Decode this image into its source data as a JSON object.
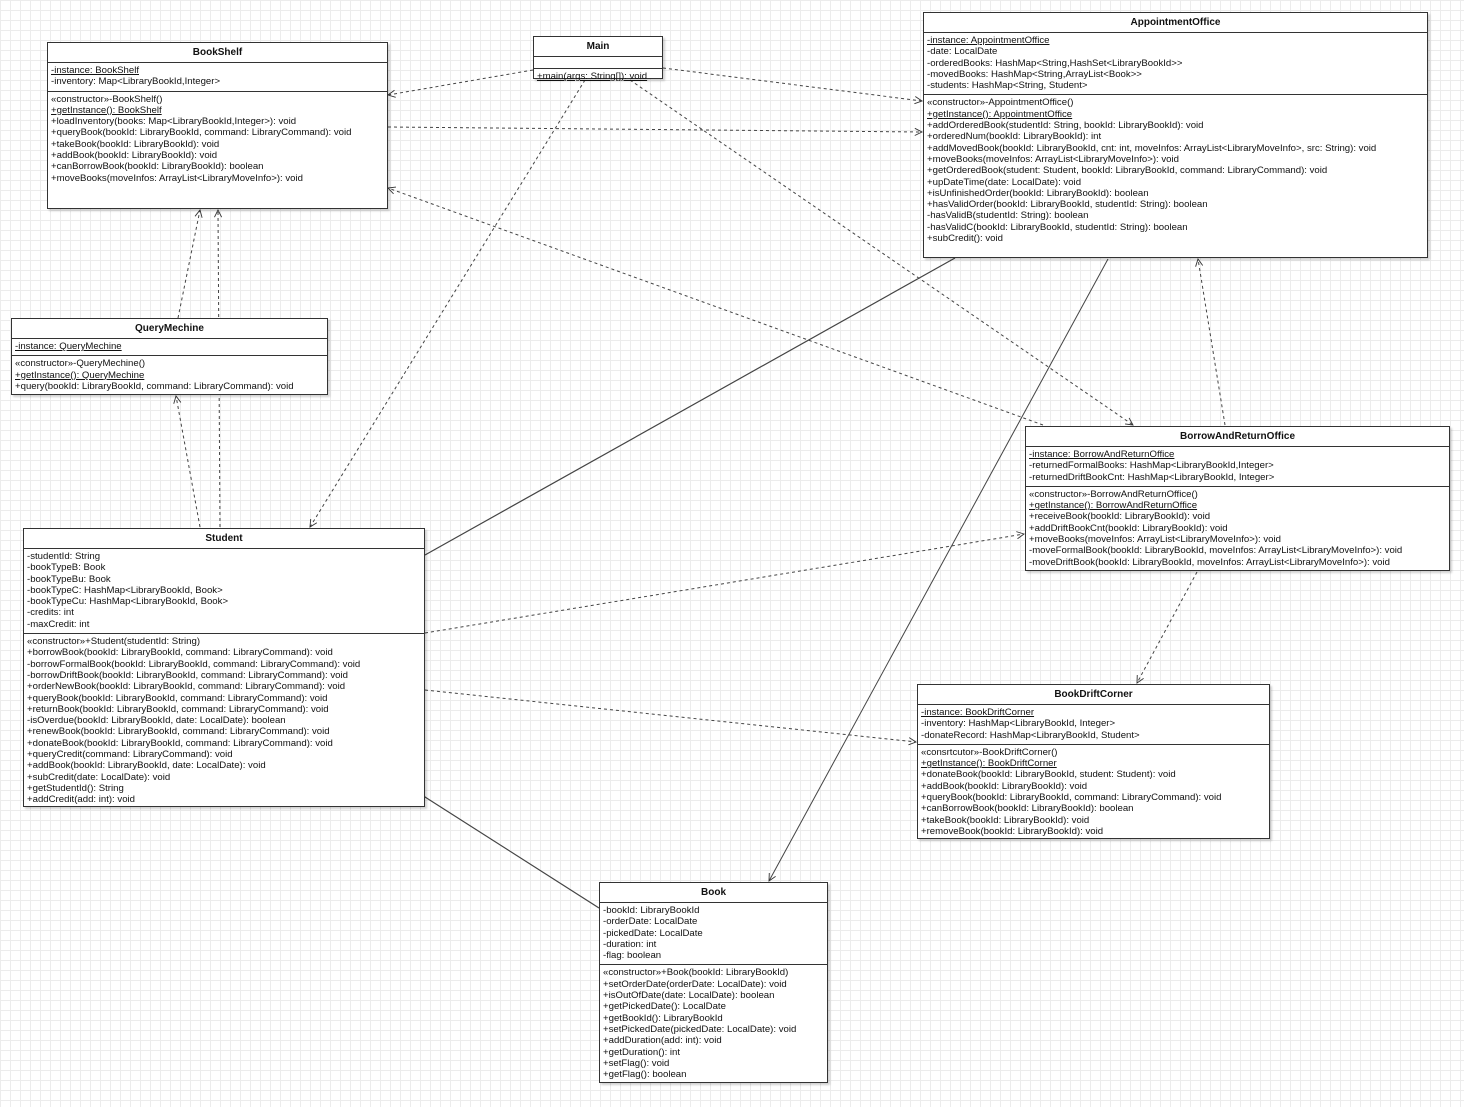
{
  "classes": {
    "bookshelf": {
      "name": "BookShelf",
      "attributes": [
        "-instance: BookShelf",
        "-inventory: Map<LibraryBookId,Integer>"
      ],
      "methods": [
        "«constructor»-BookShelf()",
        "+getInstance(): BookShelf",
        "+loadInventory(books: Map<LibraryBookId,Integer>): void",
        "+queryBook(bookId: LibraryBookId, command: LibraryCommand): void",
        "+takeBook(bookId: LibraryBookId): void",
        "+addBook(bookId: LibraryBookId): void",
        "+canBorrowBook(bookId: LibraryBookId): boolean",
        "+moveBooks(moveInfos: ArrayList<LibraryMoveInfo>): void"
      ]
    },
    "main": {
      "name": "Main",
      "attributes": [],
      "methods": [
        "+main(args: String[]): void"
      ]
    },
    "appointment": {
      "name": "AppointmentOffice",
      "attributes": [
        "-instance: AppointmentOffice",
        "-date: LocalDate",
        "-orderedBooks: HashMap<String,HashSet<LibraryBookId>>",
        "-movedBooks: HashMap<String,ArrayList<Book>>",
        "-students: HashMap<String, Student>"
      ],
      "methods": [
        "«constructor»-AppointmentOffice()",
        "+getInstance(): AppointmentOffice",
        "+addOrderedBook(studentId: String, bookId: LibraryBookId): void",
        "+orderedNum(bookId: LibraryBookId): int",
        "+addMovedBook(bookId: LibraryBookId, cnt: int, moveInfos: ArrayList<LibraryMoveInfo>, src: String): void",
        "+moveBooks(moveInfos: ArrayList<LibraryMoveInfo>): void",
        "+getOrderedBook(student: Student, bookId: LibraryBookId, command: LibraryCommand): void",
        "+upDateTime(date: LocalDate): void",
        "+isUnfinishedOrder(bookId: LibraryBookId): boolean",
        "+hasValidOrder(bookId: LibraryBookId, studentId: String): boolean",
        "-hasValidB(studentId: String): boolean",
        "-hasValidC(bookId: LibraryBookId, studentId: String): boolean",
        "+subCredit(): void"
      ]
    },
    "querymechine": {
      "name": "QueryMechine",
      "attributes": [
        "-instance: QueryMechine"
      ],
      "methods": [
        "«constructor»-QueryMechine()",
        "+getInstance(): QueryMechine",
        "+query(bookId: LibraryBookId, command: LibraryCommand): void"
      ]
    },
    "borrowreturn": {
      "name": "BorrowAndReturnOffice",
      "attributes": [
        "-instance: BorrowAndReturnOffice",
        "-returnedFormalBooks: HashMap<LibraryBookId,Integer>",
        "-returnedDriftBookCnt: HashMap<LibraryBookId, Integer>"
      ],
      "methods": [
        "«constructor»-BorrowAndReturnOffice()",
        "+getInstance(): BorrowAndReturnOffice",
        "+receiveBook(bookId: LibraryBookId): void",
        "+addDriftBookCnt(bookId: LibraryBookId): void",
        "+moveBooks(moveInfos: ArrayList<LibraryMoveInfo>): void",
        "-moveFormalBook(bookId: LibraryBookId, moveInfos: ArrayList<LibraryMoveInfo>): void",
        "-moveDriftBook(bookId: LibraryBookId, moveInfos: ArrayList<LibraryMoveInfo>): void"
      ]
    },
    "student": {
      "name": "Student",
      "attributes": [
        "-studentId: String",
        "-bookTypeB: Book",
        "-bookTypeBu: Book",
        "-bookTypeC: HashMap<LibraryBookId, Book>",
        "-bookTypeCu: HashMap<LibraryBookId, Book>",
        "-credits: int",
        "-maxCredit: int"
      ],
      "methods": [
        "«constructor»+Student(studentId: String)",
        "+borrowBook(bookId: LibraryBookId, command: LibraryCommand): void",
        "-borrowFormalBook(bookId: LibraryBookId, command: LibraryCommand): void",
        "-borrowDriftBook(bookId: LibraryBookId, command: LibraryCommand): void",
        "+orderNewBook(bookId: LibraryBookId, command: LibraryCommand): void",
        "+queryBook(bookId: LibraryBookId, command: LibraryCommand): void",
        "+returnBook(bookId: LibraryBookId, command: LibraryCommand): void",
        "-isOverdue(bookId: LibraryBookId, date: LocalDate): boolean",
        "+renewBook(bookId: LibraryBookId, command: LibraryCommand): void",
        "+donateBook(bookId: LibraryBookId, command: LibraryCommand): void",
        "+queryCredit(command: LibraryCommand): void",
        "+addBook(bookId: LibraryBookId, date: LocalDate): void",
        "+subCredit(date: LocalDate): void",
        "+getStudentId(): String",
        "+addCredit(add: int): void"
      ]
    },
    "driftcorner": {
      "name": "BookDriftCorner",
      "attributes": [
        "-instance: BookDriftCorner",
        "-inventory: HashMap<LibraryBookId, Integer>",
        "-donateRecord: HashMap<LibraryBookId, Student>"
      ],
      "methods": [
        "«consrtcutor»-BookDriftCorner()",
        "+getInstance(): BookDriftCorner",
        "+donateBook(bookId: LibraryBookId, student: Student): void",
        "+addBook(bookId: LibraryBookId): void",
        "+queryBook(bookId: LibraryBookId, command: LibraryCommand): void",
        "+canBorrowBook(bookId: LibraryBookId): boolean",
        "+takeBook(bookId: LibraryBookId): void",
        "+removeBook(bookId: LibraryBookId): void"
      ]
    },
    "book": {
      "name": "Book",
      "attributes": [
        "-bookId: LibraryBookId",
        "-orderDate: LocalDate",
        "-pickedDate: LocalDate",
        "-duration: int",
        "-flag: boolean"
      ],
      "methods": [
        "«constructor»+Book(bookId: LibraryBookId)",
        "+setOrderDate(orderDate: LocalDate): void",
        "+isOutOfDate(date: LocalDate): boolean",
        "+getPickedDate(): LocalDate",
        "+getBookId(): LibraryBookId",
        "+setPickedDate(pickedDate: LocalDate): void",
        "+addDuration(add: int): void",
        "+getDuration(): int",
        "+setFlag(): void",
        "+getFlag(): boolean"
      ]
    }
  },
  "relationships": [
    {
      "from": "main",
      "to": "bookshelf",
      "kind": "dependency"
    },
    {
      "from": "main",
      "to": "appointment",
      "kind": "dependency"
    },
    {
      "from": "main",
      "to": "student",
      "kind": "dependency"
    },
    {
      "from": "main",
      "to": "borrowreturn",
      "kind": "dependency"
    },
    {
      "from": "bookshelf",
      "to": "appointment",
      "kind": "dependency"
    },
    {
      "from": "querymechine",
      "to": "bookshelf",
      "kind": "dependency"
    },
    {
      "from": "student",
      "to": "bookshelf",
      "kind": "dependency"
    },
    {
      "from": "student",
      "to": "querymechine",
      "kind": "dependency"
    },
    {
      "from": "student",
      "to": "appointment",
      "kind": "association"
    },
    {
      "from": "student",
      "to": "borrowreturn",
      "kind": "dependency"
    },
    {
      "from": "student",
      "to": "driftcorner",
      "kind": "dependency"
    },
    {
      "from": "borrowreturn",
      "to": "bookshelf",
      "kind": "dependency"
    },
    {
      "from": "borrowreturn",
      "to": "appointment",
      "kind": "dependency"
    },
    {
      "from": "borrowreturn",
      "to": "driftcorner",
      "kind": "dependency"
    },
    {
      "from": "appointment",
      "to": "book",
      "kind": "navigable-association"
    },
    {
      "from": "book",
      "to": "student",
      "kind": "aggregation"
    }
  ]
}
